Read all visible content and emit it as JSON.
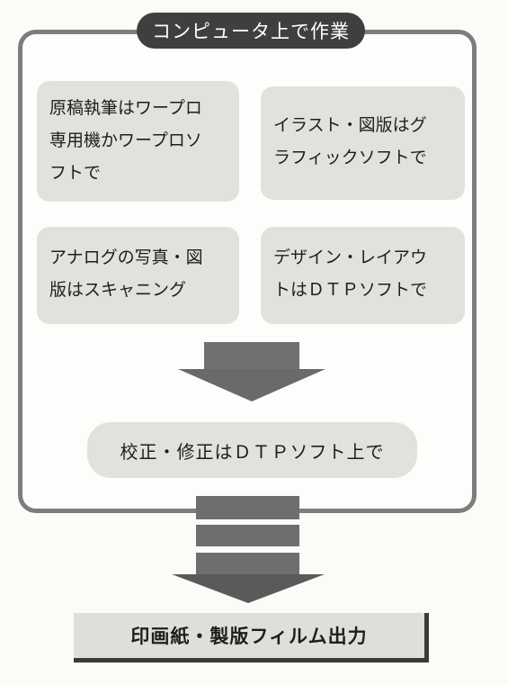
{
  "diagram": {
    "frame_title": "コンピュータ上で作業",
    "boxes": [
      {
        "text": "原稿執筆はワープロ\n専用機かワープロソ\nフトで"
      },
      {
        "text": "イラスト・図版はグ\nラフィックソフトで"
      },
      {
        "text": "アナログの写真・図\n版はスキャニング"
      },
      {
        "text": "デザイン・レイアウ\nトはＤＴＰソフトで"
      }
    ],
    "proof_step": "校正・修正はＤＴＰソフト上で",
    "output_step": "印画紙・製版フィルム出力"
  },
  "colors": {
    "frame_border": "#7d7d7d",
    "title_bg": "#3f3f3f",
    "box_bg": "#e1e1dd",
    "arrow": "#6a6a6a"
  }
}
